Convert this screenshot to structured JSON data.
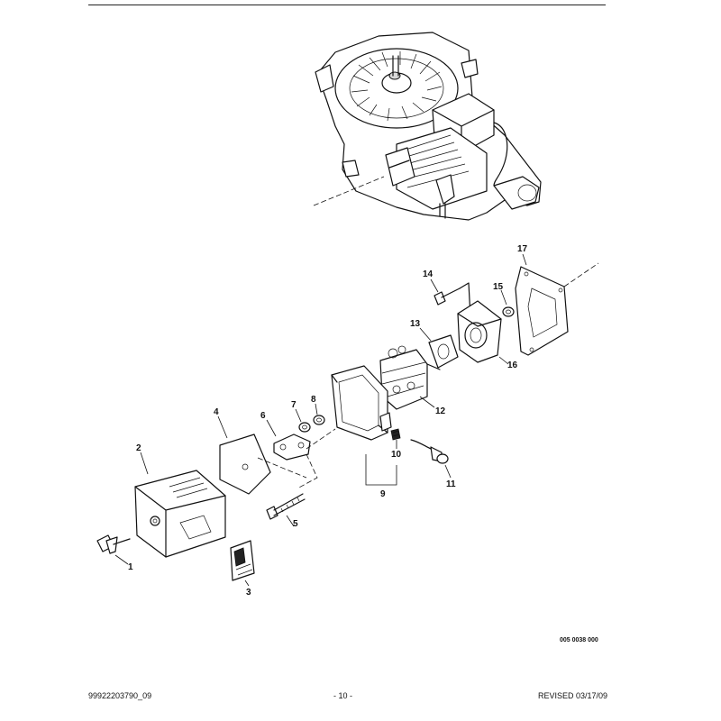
{
  "figure_code": "005 0038 000",
  "footer": {
    "part_number": "99922203790_09",
    "page": "- 10 -",
    "revised": "REVISED 03/17/09"
  },
  "callouts": [
    "1",
    "2",
    "3",
    "4",
    "5",
    "6",
    "7",
    "8",
    "9",
    "10",
    "11",
    "12",
    "13",
    "14",
    "15",
    "16",
    "17"
  ]
}
